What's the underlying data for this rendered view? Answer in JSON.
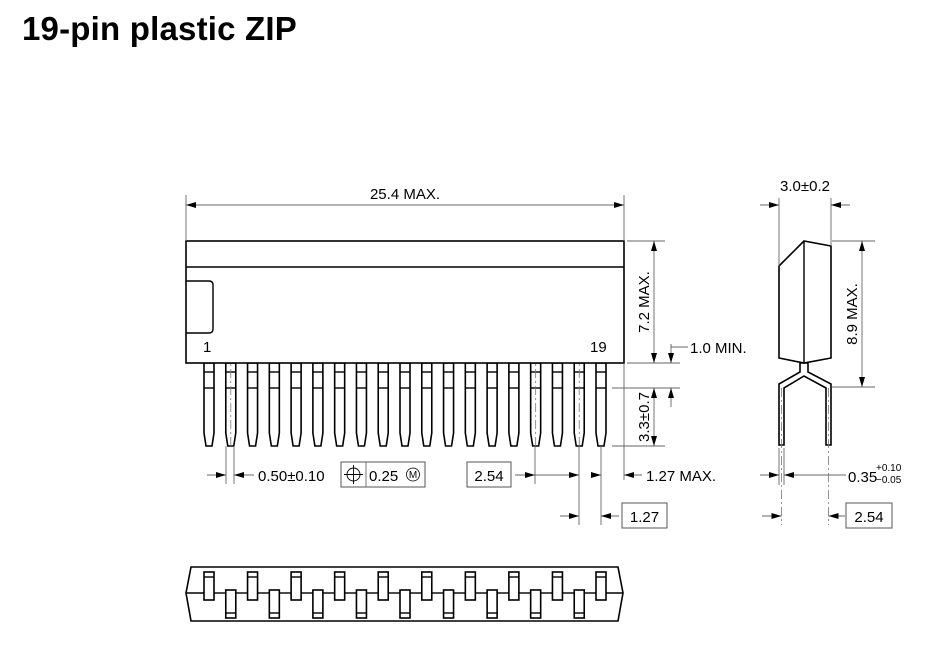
{
  "title": "19-pin plastic ZIP",
  "pin_count": 19,
  "front_view": {
    "pin_first_label": "1",
    "pin_last_label": "19",
    "width_dim": "25.4 MAX.",
    "body_height_dim": "7.2 MAX.",
    "standoff_dim": "1.0 MIN.",
    "lead_length_dim": "3.3±0.7",
    "lead_width_dim": "0.50±0.10",
    "position_tolerance": {
      "symbol": "⊕",
      "value": "0.25",
      "modifier": "M"
    },
    "pitch_basic": "2.54",
    "end_offset_dim": "1.27 MAX.",
    "half_pitch_basic": "1.27"
  },
  "side_view": {
    "thickness_dim": "3.0±0.2",
    "height_dim": "8.9 MAX.",
    "lead_thickness_nominal": "0.35",
    "lead_thickness_plus": "+0.10",
    "lead_thickness_minus": "−0.05",
    "row_spacing_basic": "2.54"
  }
}
